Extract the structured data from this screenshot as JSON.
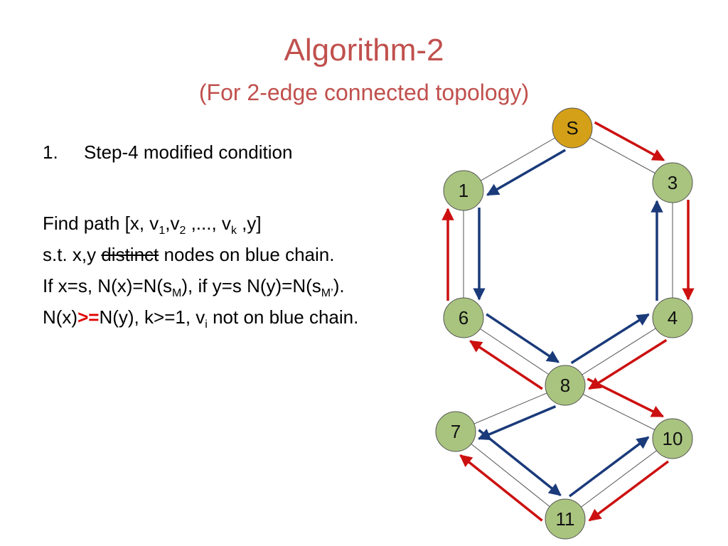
{
  "slide": {
    "title": "Algorithm-2",
    "subtitle": "(For 2-edge connected topology)",
    "list_item_number": "1.",
    "list_item_text": "Step-4 modified condition",
    "lines": {
      "find_prefix": "Find  path [x, v",
      "find_sub1": "1",
      "find_mid1": ",v",
      "find_sub2": "2",
      "find_mid2": " ,..., v",
      "find_subk": "k",
      "find_suffix": " ,y]",
      "st_prefix": "s.t. x,y ",
      "st_strike": "distinct",
      "st_suffix": " nodes on blue chain.",
      "if_a": "If x=s, N(x)=N(s",
      "if_sub1": "M",
      "if_b": "), if y=s N(y)=N(s",
      "if_sub2": "M’",
      "if_c": ").",
      "n_a": "N(x)",
      "n_red": ">=",
      "n_b": "N(y), k>=1, v",
      "n_sub": "i",
      "n_c": " not on blue chain."
    }
  },
  "graph": {
    "colors": {
      "source_node": "#d4a017",
      "node": "#a9c47f",
      "blue_chain": "#1a3a7a",
      "red_chain": "#cc1010",
      "edge": "#555555"
    },
    "nodes": [
      {
        "id": "S",
        "label": "S",
        "source": true
      },
      {
        "id": "1",
        "label": "1"
      },
      {
        "id": "3",
        "label": "3"
      },
      {
        "id": "6",
        "label": "6"
      },
      {
        "id": "4",
        "label": "4"
      },
      {
        "id": "8",
        "label": "8"
      },
      {
        "id": "7",
        "label": "7"
      },
      {
        "id": "10",
        "label": "10"
      },
      {
        "id": "11",
        "label": "11"
      }
    ],
    "edges": [
      [
        "S",
        "1"
      ],
      [
        "S",
        "3"
      ],
      [
        "1",
        "6"
      ],
      [
        "3",
        "4"
      ],
      [
        "6",
        "8"
      ],
      [
        "4",
        "8"
      ],
      [
        "8",
        "7"
      ],
      [
        "8",
        "10"
      ],
      [
        "7",
        "11"
      ],
      [
        "10",
        "11"
      ]
    ],
    "blue_chain": [
      [
        "S",
        "1"
      ],
      [
        "1",
        "6"
      ],
      [
        "6",
        "8"
      ],
      [
        "8",
        "4"
      ],
      [
        "4",
        "3"
      ],
      [
        "8",
        "7"
      ],
      [
        "7",
        "11"
      ],
      [
        "11",
        "10"
      ]
    ],
    "red_chain": [
      [
        "S",
        "3"
      ],
      [
        "3",
        "4"
      ],
      [
        "4",
        "8"
      ],
      [
        "8",
        "6"
      ],
      [
        "6",
        "1"
      ],
      [
        "8",
        "10"
      ],
      [
        "10",
        "11"
      ],
      [
        "11",
        "7"
      ]
    ]
  }
}
